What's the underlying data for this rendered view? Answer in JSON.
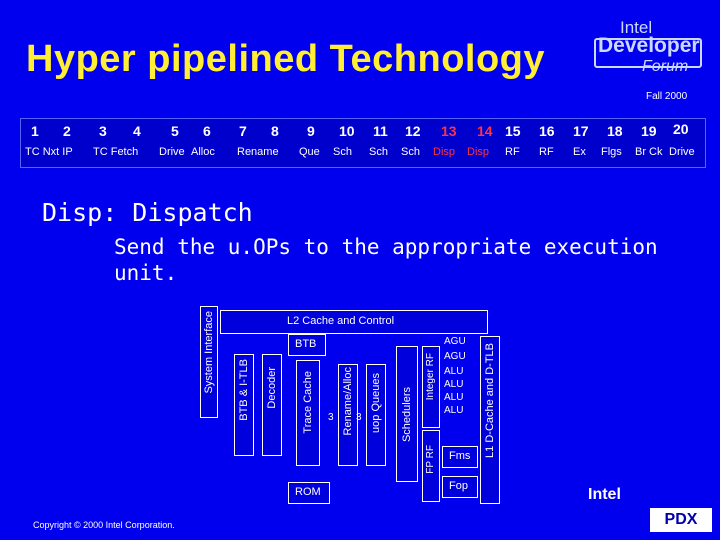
{
  "slide": {
    "title": "Hyper pipelined Technology",
    "logo": {
      "line1": "Intel",
      "line2": "Developer",
      "line3": "Forum"
    },
    "fall": "Fall 2000",
    "heading": "Disp: Dispatch",
    "description": "Send the u.OPs to the appropriate execution unit.",
    "copyright": "Copyright © 2000 Intel Corporation.",
    "intel": "Intel",
    "pdx": "PDX"
  },
  "pipeline": {
    "numbers": [
      "1",
      "2",
      "3",
      "4",
      "5",
      "6",
      "7",
      "8",
      "9",
      "10",
      "11",
      "12",
      "13",
      "14",
      "15",
      "16",
      "17",
      "18",
      "19",
      "20"
    ],
    "names": [
      "TC Nxt IP",
      "TC Fetch",
      "Drive",
      "Alloc",
      "Rename",
      "Que",
      "Sch",
      "Sch",
      "Sch",
      "Disp",
      "Disp",
      "RF",
      "RF",
      "Ex",
      "Flgs",
      "Br Ck",
      "Drive"
    ],
    "highlight_color": "#ff3344"
  },
  "diagram": {
    "l2": "L2 Cache and Control",
    "btb": "BTB",
    "rom": "ROM",
    "system_interface": "System Interface",
    "btb_itlb": "BTB & I-TLB",
    "decoder": "Decoder",
    "trace_cache": "Trace Cache",
    "rename_alloc": "Rename/Alloc",
    "uop_queues": "uop Queues",
    "schedulers": "Schedulers",
    "integer_rf": "Integer RF",
    "fp_rf": "FP RF",
    "l1": "L1 D-Cache and D-TLB",
    "exec_units": [
      "AGU",
      "AGU",
      "ALU",
      "ALU",
      "ALU",
      "ALU"
    ],
    "fms": "Fms",
    "fop": "Fop",
    "small_nums": [
      "3",
      "3"
    ]
  }
}
